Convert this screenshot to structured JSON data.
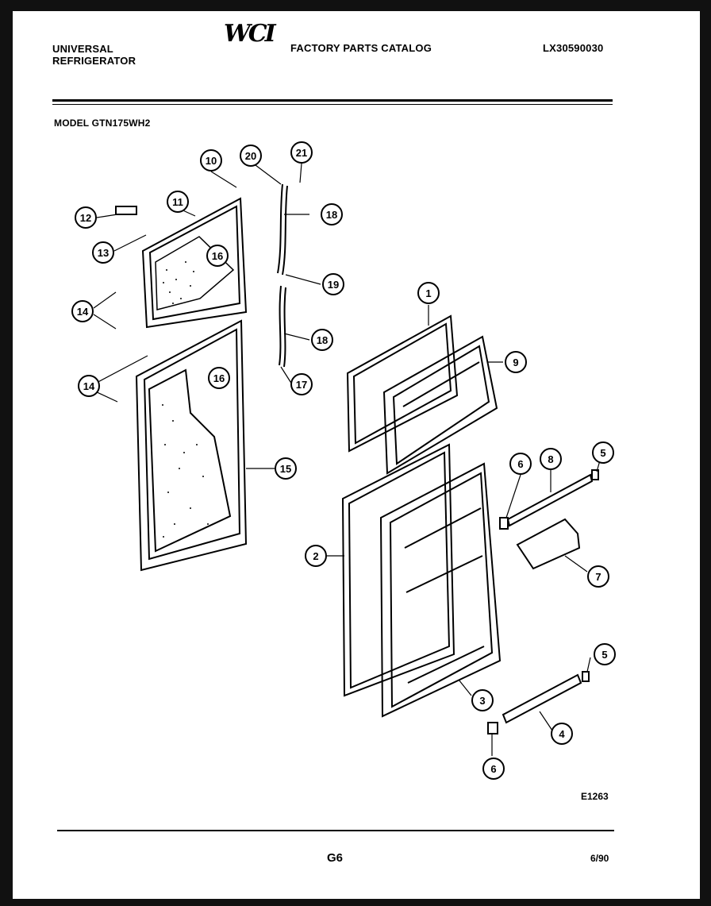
{
  "header": {
    "brand_line1": "UNIVERSAL",
    "brand_line2": "REFRIGERATOR",
    "logo_text": "WCI",
    "catalog_title": "FACTORY PARTS CATALOG",
    "catalog_number": "LX30590030"
  },
  "model_label": "MODEL GTN175WH2",
  "part_callouts": [
    "1",
    "2",
    "3",
    "4",
    "5",
    "5",
    "6",
    "6",
    "7",
    "8",
    "9",
    "10",
    "11",
    "12",
    "13",
    "14",
    "14",
    "15",
    "16",
    "16",
    "17",
    "18",
    "18",
    "19",
    "20",
    "21"
  ],
  "figure_code": "E1263",
  "footer": {
    "page": "G6",
    "date": "6/90"
  }
}
